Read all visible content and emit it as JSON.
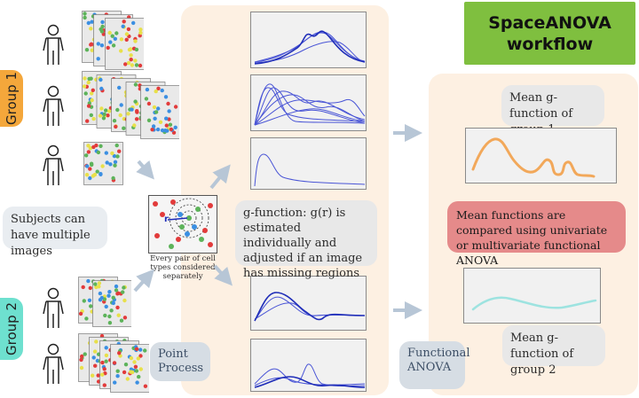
{
  "title": "SpaceANOVA\nworkflow",
  "groups": {
    "group1": "Group 1",
    "group2": "Group 2"
  },
  "notes": {
    "subjects": "Subjects can have multiple images",
    "cell_pairs": "Every pair of cell types considered separately",
    "gfunction": "g-function: g(r) is estimated individually and adjusted if an image has missing regions",
    "mean_group1": "Mean g-function of group 1",
    "mean_group2": "Mean g-function of group 2",
    "compare": "Mean functions are compared using univariate or multivariate functional ANOVA"
  },
  "steps": {
    "point_process": "Point Process",
    "functional_anova": "Functional ANOVA"
  },
  "colors": {
    "panel": "#fdf0e2",
    "title_bg": "#7fbf3f",
    "group1": "#f4a73b",
    "group2": "#6ee0cf",
    "curve": "#4a55d6",
    "curve_strong": "#1f2db8",
    "mean1": "#f2a85a",
    "mean2": "#9de3e0",
    "compare_bg": "#e58a8a",
    "arrow": "#b7c6d6",
    "cells": [
      "#e23b3b",
      "#3b8fe2",
      "#5db35a",
      "#e8e04a"
    ]
  },
  "icons": [
    "person-icon",
    "image-stack-icon",
    "arrow-icon",
    "plot-icon"
  ]
}
